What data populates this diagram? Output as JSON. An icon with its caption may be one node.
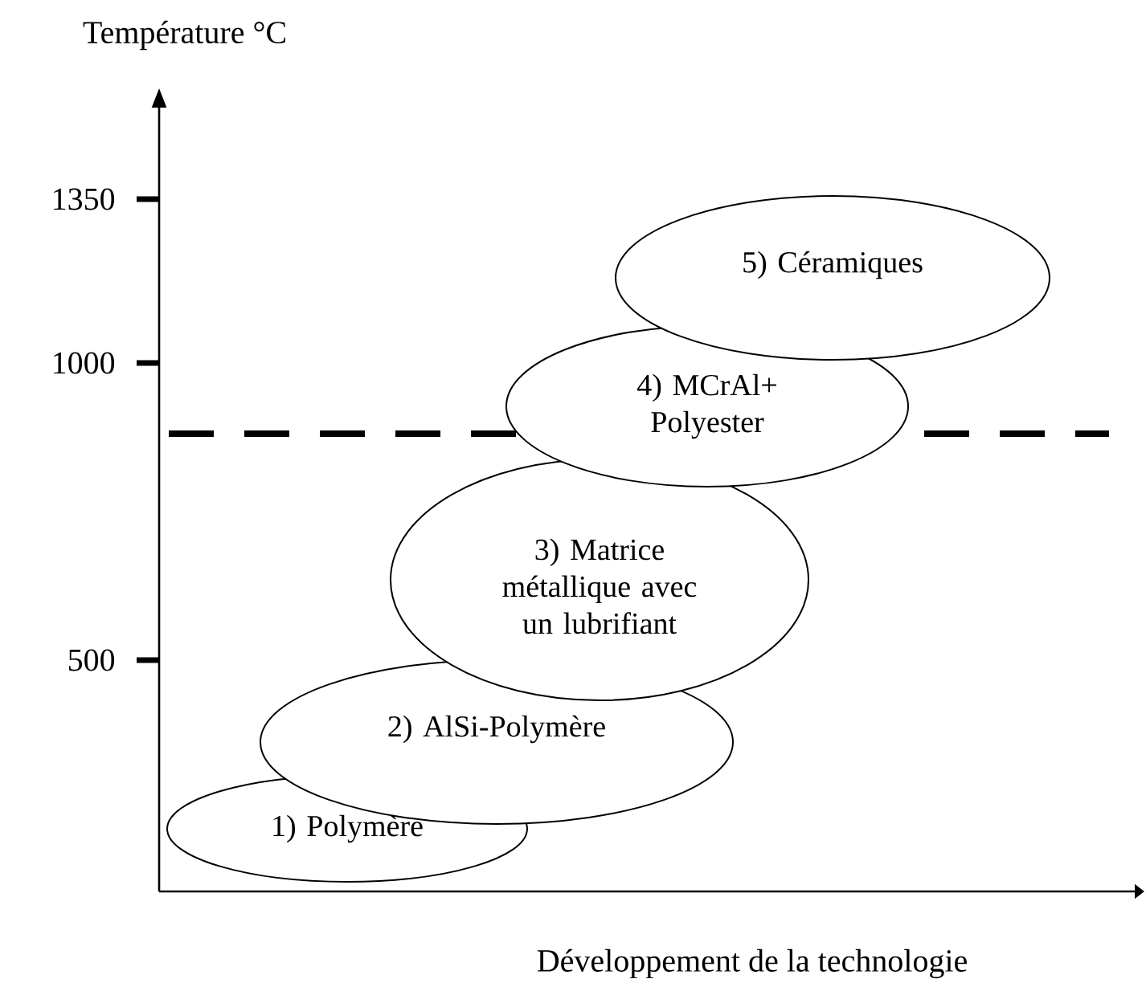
{
  "diagram": {
    "nodes": [
      {
        "text": [
          "5) Céramiques"
        ]
      },
      {
        "text": [
          "4) MCrAl+ Polyester"
        ]
      },
      {
        "text": [
          "3) Matrice métallique avec un lubrifiant"
        ]
      },
      {
        "text": [
          "2) AlSi-Polymère"
        ]
      },
      {
        "text": [
          "1) Polymère"
        ]
      }
    ],
    "labels": [
      "Température °C",
      "1350",
      "1000",
      "500",
      "Développement de la technologie"
    ]
  }
}
